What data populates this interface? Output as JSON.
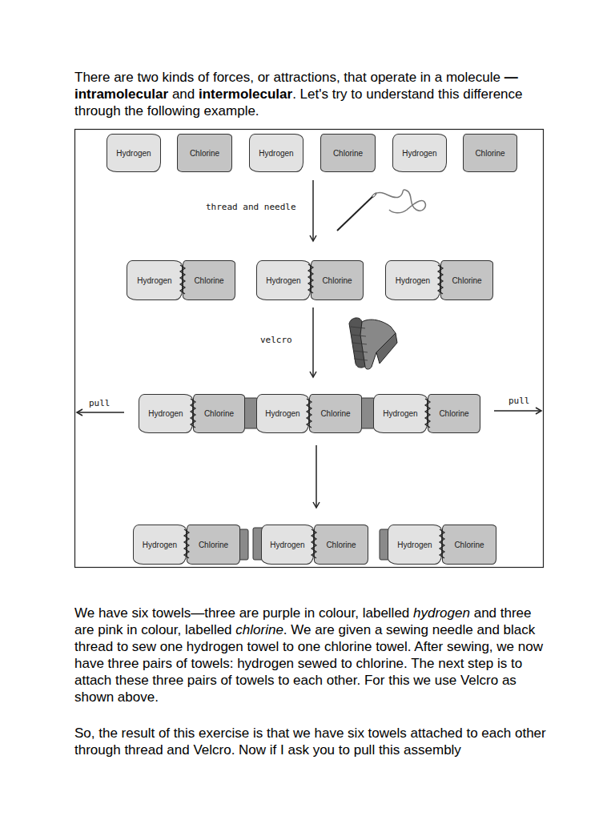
{
  "diagram": {
    "nodes": [
      {
        "text": [
          "Hydrogen"
        ]
      },
      {
        "text": [
          "Chlorine"
        ]
      },
      {
        "text": [
          "Hydrogen"
        ]
      },
      {
        "text": [
          "Chlorine"
        ]
      },
      {
        "text": [
          "Hydrogen"
        ]
      },
      {
        "text": [
          "Chlorine"
        ]
      },
      {
        "text": [
          "Hydrogen"
        ]
      },
      {
        "text": [
          "Chlorine"
        ]
      },
      {
        "text": [
          "Hydrogen"
        ]
      },
      {
        "text": [
          "Chlorine"
        ]
      },
      {
        "text": [
          "Hydrogen"
        ]
      },
      {
        "text": [
          "Chlorine"
        ]
      },
      {
        "text": [
          "Hydrogen"
        ]
      },
      {
        "text": [
          "Chlorine"
        ]
      },
      {
        "text": [
          "Hydrogen"
        ]
      },
      {
        "text": [
          "Chlorine"
        ]
      },
      {
        "text": [
          "Hydrogen"
        ]
      },
      {
        "text": [
          "Chlorine"
        ]
      },
      {
        "text": [
          "Hydrogen"
        ]
      },
      {
        "text": [
          "Chlorine"
        ]
      },
      {
        "text": [
          "Hydrogen"
        ]
      },
      {
        "text": [
          "Chlorine"
        ]
      },
      {
        "text": [
          "Hydrogen"
        ]
      },
      {
        "text": [
          "Chlorine"
        ]
      }
    ],
    "labels": [
      "There are two kinds of forces, or attractions, that operate in a molecule",
      "—intramolecular",
      "and",
      "intermolecular",
      ". Let's try to understand this difference through the following example.",
      "thread and needle",
      "velcro",
      "pull",
      "pull",
      "We have six towels—three are purple in colour, labelled",
      "hydrogen",
      "and three are pink in colour, labelled",
      "chlorine",
      ". We are given a sewing needle and black thread to sew one hydrogen towel to one chlorine towel. After sewing, we now have three pairs of towels: hydrogen sewed to chlorine. The next step is to attach these three pairs of towels to each other. For this we use Velcro as shown above.",
      "So, the result of this exercise is that we have six towels attached to each other through thread and Velcro. Now if I ask you to pull this assembly"
    ]
  }
}
